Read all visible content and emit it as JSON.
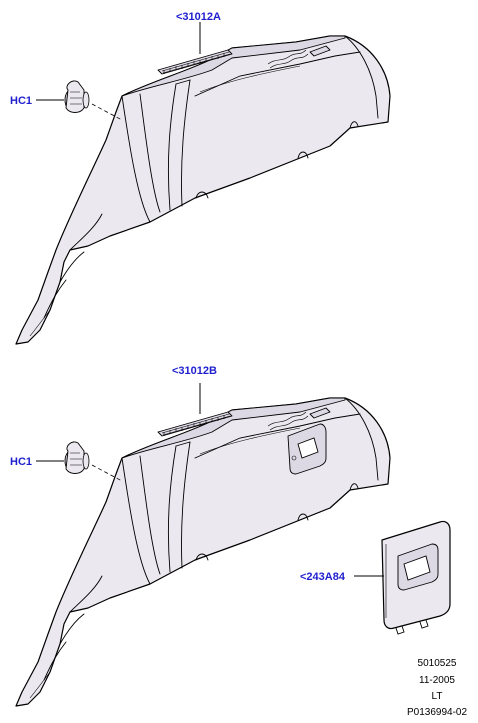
{
  "callouts": {
    "top_panel": "<31012A",
    "top_clip": "HC1",
    "bottom_panel": "<31012B",
    "bottom_clip": "HC1",
    "cover": "<243A84"
  },
  "meta": {
    "line1": "5010525",
    "line2": "11-2005",
    "line3": "LT",
    "line4": "P0136994-02"
  },
  "colors": {
    "callout_text": "#1f1fcf",
    "panel_fill": "#ebe8f0"
  }
}
